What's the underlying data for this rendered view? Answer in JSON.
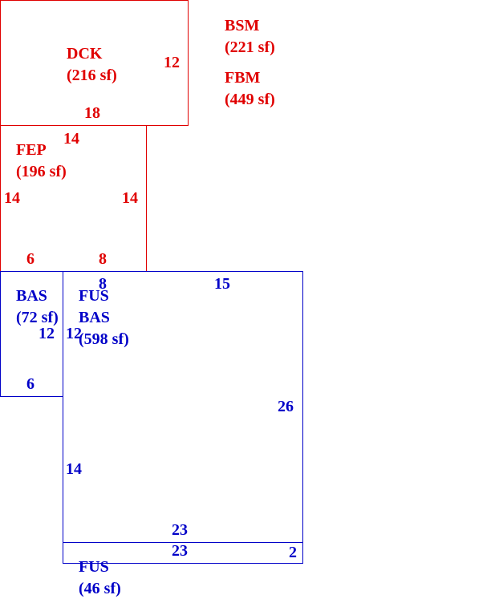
{
  "colors": {
    "upper_level": "#e00000",
    "main_level": "#0000c8"
  },
  "areas": {
    "dck": {
      "code": "DCK",
      "area": "(216 sf)"
    },
    "bsm": {
      "code": "BSM",
      "area": "(221 sf)"
    },
    "fbm": {
      "code": "FBM",
      "area": "(449 sf)"
    },
    "fep": {
      "code": "FEP",
      "area": "(196 sf)"
    },
    "bas_small": {
      "code": "BAS",
      "area": "(72 sf)"
    },
    "fus_bas": {
      "line1": "FUS",
      "line2": "BAS",
      "area": "(598 sf)"
    },
    "fus_strip": {
      "code": "FUS",
      "area": "(46 sf)"
    }
  },
  "dimensions": {
    "dck_right": "12",
    "dck_bottom": "18",
    "fep_top": "14",
    "fep_left": "14",
    "fep_right": "14",
    "fep_bottom_left": "6",
    "fep_bottom_right": "8",
    "bas_top": "8",
    "bas_right": "12",
    "bas_bottom": "6",
    "main_top": "15",
    "main_left_upper": "12",
    "main_right": "26",
    "main_left_lower": "14",
    "main_bottom": "23",
    "strip_top": "23",
    "strip_right": "2"
  }
}
